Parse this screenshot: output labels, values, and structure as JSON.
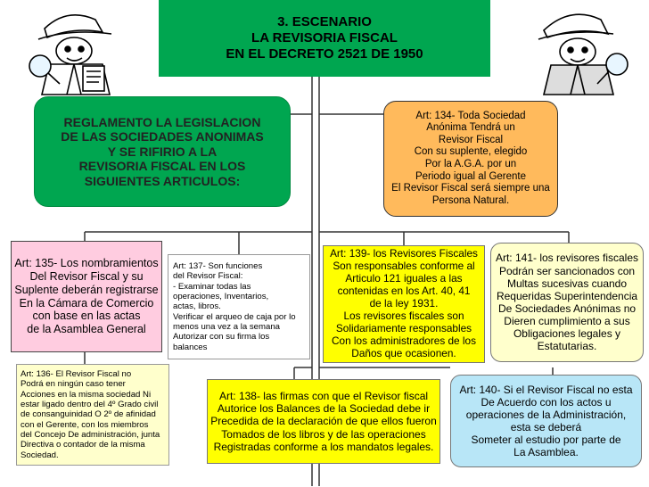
{
  "colors": {
    "green": "#00a650",
    "yellow": "#ffff00",
    "orange": "#ffba5c",
    "pink": "#ffcce0",
    "lightyellow": "#ffffcc",
    "sky": "#b8e6f7",
    "lines": "#333333"
  },
  "icons": {
    "left_figure": "inspector-with-magnifier-icon",
    "right_figure": "inspector-with-magnifier-icon"
  },
  "title": {
    "lines": [
      "3. ESCENARIO",
      "LA REVISORIA FISCAL",
      "EN EL DECRETO 2521 DE 1950"
    ]
  },
  "intro": {
    "lines": [
      "REGLAMENTO LA LEGISLACION",
      "DE LAS SOCIEDADES ANONIMAS",
      "Y SE RIFIRIO A LA",
      "REVISORIA FISCAL EN LOS",
      "SIGUIENTES ARTICULOS:"
    ]
  },
  "art134": {
    "lines": [
      "Art: 134- Toda Sociedad",
      "Anónima Tendrá un",
      "Revisor Fiscal",
      "Con su suplente, elegido",
      "Por la A.G.A. por un",
      "Periodo igual al Gerente",
      "El Revisor Fiscal será siempre una",
      "Persona Natural."
    ]
  },
  "art135": {
    "lines": [
      "Art: 135- Los nombramientos",
      "Del Revisor Fiscal y su",
      "Suplente deberán registrarse",
      "En la Cámara de Comercio",
      "con base en las actas",
      "de la Asamblea General"
    ]
  },
  "art137": {
    "lines": [
      "Art: 137- Son funciones",
      "del Revisor Fiscal:",
      "- Examinar todas las",
      "operaciones, Inventarios,",
      "actas, libros.",
      "Verificar el arqueo de caja por lo",
      "menos una vez a la semana",
      "Autorizar con su firma los",
      "balances"
    ]
  },
  "art139": {
    "lines": [
      "Art: 139- los Revisores Fiscales",
      "Son responsables conforme al",
      "Articulo 121 iguales a las",
      "contenidas en los Art. 40, 41",
      "de la ley 1931.",
      "Los revisores fiscales son",
      "Solidariamente responsables",
      "Con los administradores de los",
      "Daños que ocasionen."
    ]
  },
  "art141": {
    "lines": [
      "Art: 141- los revisores fiscales",
      "Podrán ser sancionados con",
      "Multas sucesivas cuando",
      "Requeridas Superintendencia",
      "De Sociedades Anónimas no",
      "Dieren cumplimiento a  sus",
      "Obligaciones legales y",
      "Estatutarias."
    ]
  },
  "art136": {
    "lines": [
      "Art: 136- El Revisor Fiscal no",
      "Podrá en ningún caso tener",
      "Acciones en la misma sociedad Ni",
      "estar ligado dentro del 4º Grado civil",
      "de consanguinidad  O 2º de afinidad",
      "con el Gerente, con  los miembros",
      "del Concejo De administración, junta",
      "Directiva o contador de la misma",
      "Sociedad."
    ]
  },
  "art138": {
    "lines": [
      "Art: 138- las firmas con que el Revisor fiscal",
      "Autorice los Balances de la Sociedad debe ir",
      "Precedida de la declaración de que ellos fueron",
      "Tomados de los  libros y de las operaciones",
      "Registradas conforme a los mandatos legales."
    ]
  },
  "art140": {
    "lines": [
      "Art: 140- Si el Revisor Fiscal no esta",
      "De Acuerdo con los actos u",
      "operaciones de la Administración,",
      "esta se deberá",
      "Someter al estudio por parte de",
      "La Asamblea."
    ]
  }
}
